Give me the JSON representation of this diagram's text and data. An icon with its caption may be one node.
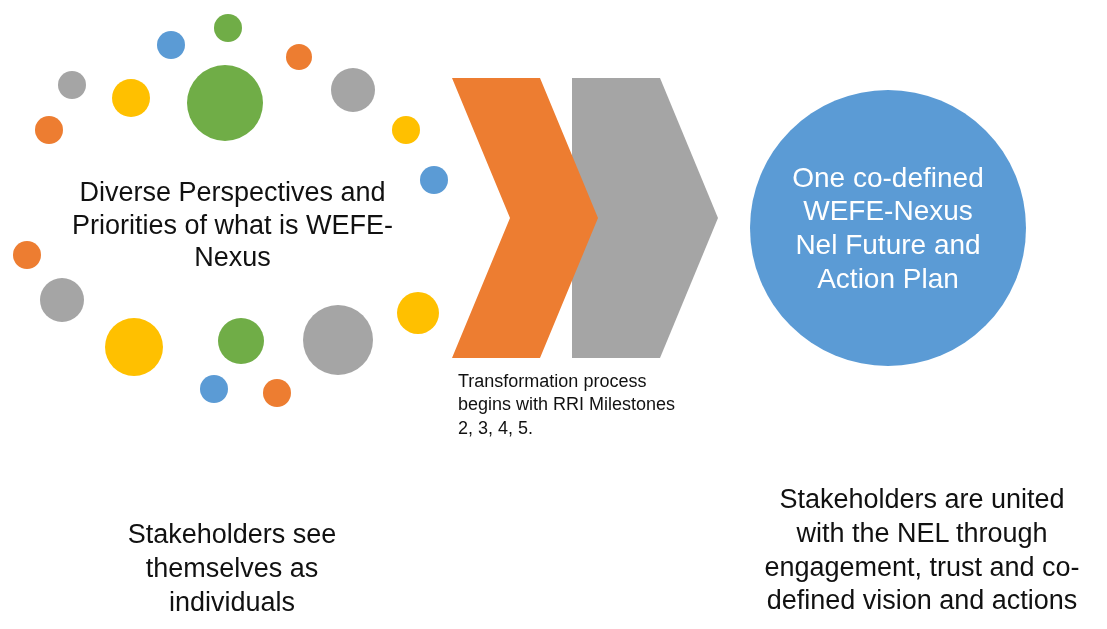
{
  "diagram": {
    "nodes": [
      {
        "text": [
          "Diverse Perspectives and Priorities of what is WEFE-Nexus"
        ]
      },
      {
        "text": [],
        "shape": "chevron"
      },
      {
        "text": [
          "One co-defined WEFE-Nexus Nel Future and Action Plan"
        ]
      }
    ],
    "edges": [
      {
        "from": 1,
        "to": 2,
        "arrow": "to",
        "style": "thick",
        "color": "#a5a5a5"
      }
    ],
    "labels": [
      "Transformation process begins with RRI Milestones 2, 3, 4, 5.",
      "Stakeholders see themselves as individuals",
      "Stakeholders are united with the NEL through engagement, trust and co-defined vision and actions"
    ]
  }
}
